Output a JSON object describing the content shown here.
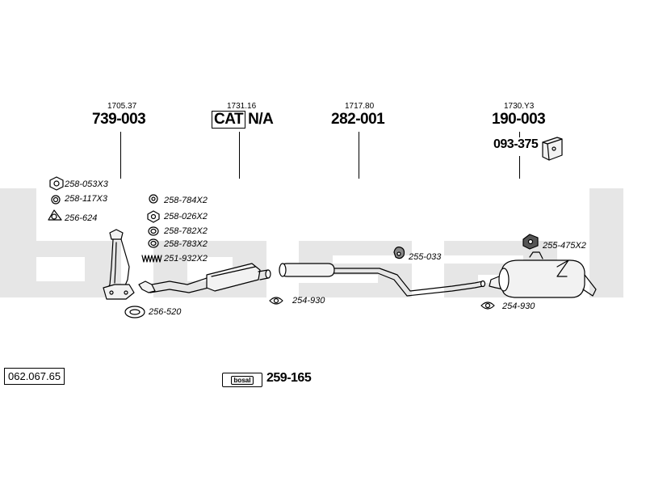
{
  "groups": {
    "g1": {
      "ref": "1705.37",
      "part": "739-003"
    },
    "g2": {
      "ref": "1731.16",
      "cat": "CAT",
      "part": "N/A"
    },
    "g3": {
      "ref": "1717.80",
      "part": "282-001"
    },
    "g4": {
      "ref": "1730.Y3",
      "part": "190-003",
      "sub": "093-375"
    }
  },
  "labels": {
    "l258053": "258-053X3",
    "l258117": "258-117X3",
    "l256624": "256-624",
    "l258784": "258-784X2",
    "l258026": "258-026X2",
    "l258782": "258-782X2",
    "l258783": "258-783X2",
    "l251932": "251-932X2",
    "l256520": "256-520",
    "l254930a": "254-930",
    "l255033": "255-033",
    "l255475": "255-475X2",
    "l254930b": "254-930"
  },
  "footer": {
    "code": "062.067.65",
    "badge": "bosal",
    "part": "259-165"
  },
  "colors": {
    "watermark": "#e6e6e6",
    "line": "#000000",
    "part_fill": "#f2f2f2"
  }
}
